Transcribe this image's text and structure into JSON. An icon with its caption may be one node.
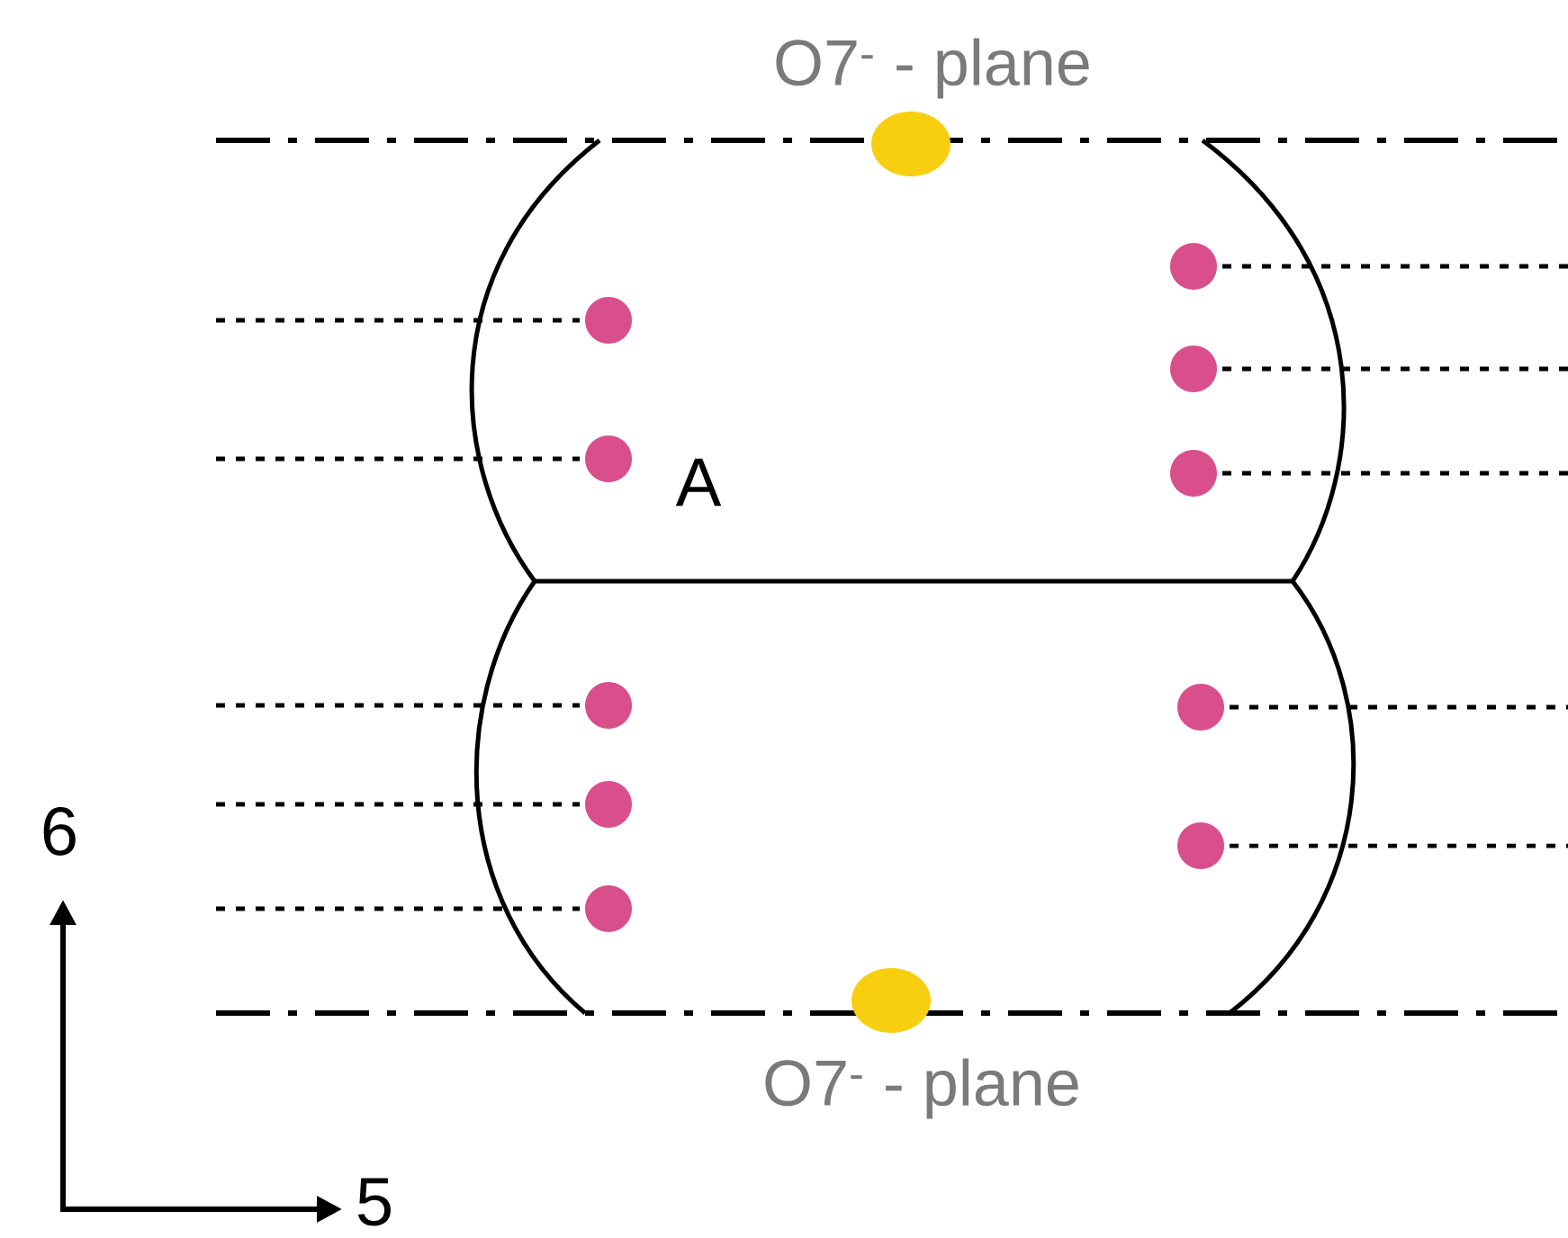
{
  "diagram": {
    "labels": [
      "O7$^{-}$ - plane",
      "A",
      "O7$^{-}$ - plane",
      "6",
      "5"
    ]
  }
}
